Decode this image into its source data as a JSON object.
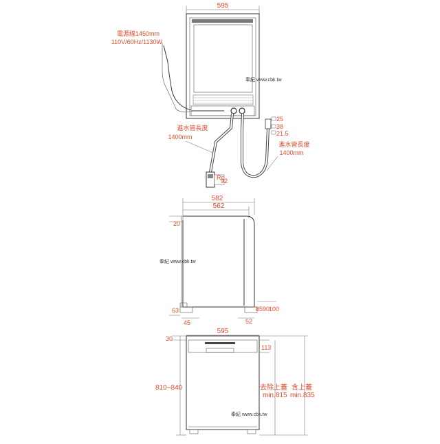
{
  "top_view": {
    "width": "595",
    "power_cord_1": "電源線1450mm",
    "power_cord_2": "110V/60Hz/1130W",
    "watermark": "奉紀 www.cbk.tw",
    "inlet_left_1": "進水管長度",
    "inlet_left_2": "1400mm",
    "inlet_right_1": "進水管長度",
    "inlet_right_2": "1400mm",
    "d25": "25",
    "d38": "38",
    "d21": "21.5",
    "label_r": "Rc",
    "label_92": "92"
  },
  "side_view": {
    "w582": "582",
    "w562": "562",
    "d20": "20",
    "watermark": "奉紀 www.cbk.tw",
    "d63": "63",
    "d85": "85",
    "d90": "90",
    "d100": "100",
    "d45": "45",
    "d52": "52"
  },
  "front_view": {
    "width": "595",
    "d30": "30",
    "d113": "113",
    "height_range": "810~840",
    "no_lid_1": "去除上蓋",
    "no_lid_2": "min.815",
    "with_lid_1": "含上蓋",
    "with_lid_2": "min.835",
    "watermark": "奉紀 www.cbk.tw"
  }
}
